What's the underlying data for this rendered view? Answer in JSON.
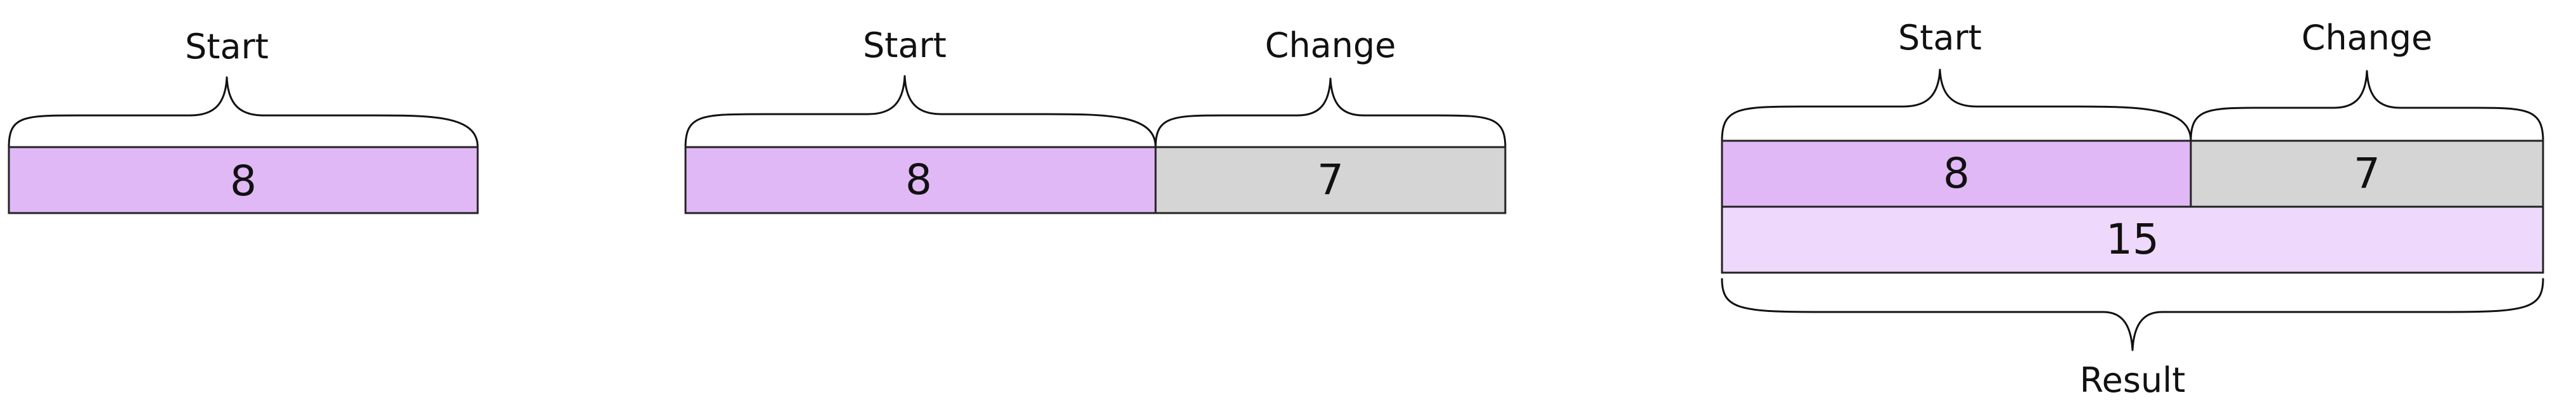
{
  "colors": {
    "start": "#e1b8f6",
    "change": "#d5d5d5",
    "result": "#eed8fb"
  },
  "models": [
    {
      "start_label": "Start",
      "start_value": "8"
    },
    {
      "start_label": "Start",
      "start_value": "8",
      "change_label": "Change",
      "change_value": "7"
    },
    {
      "start_label": "Start",
      "start_value": "8",
      "change_label": "Change",
      "change_value": "7",
      "result_value": "15",
      "result_label": "Result"
    }
  ]
}
